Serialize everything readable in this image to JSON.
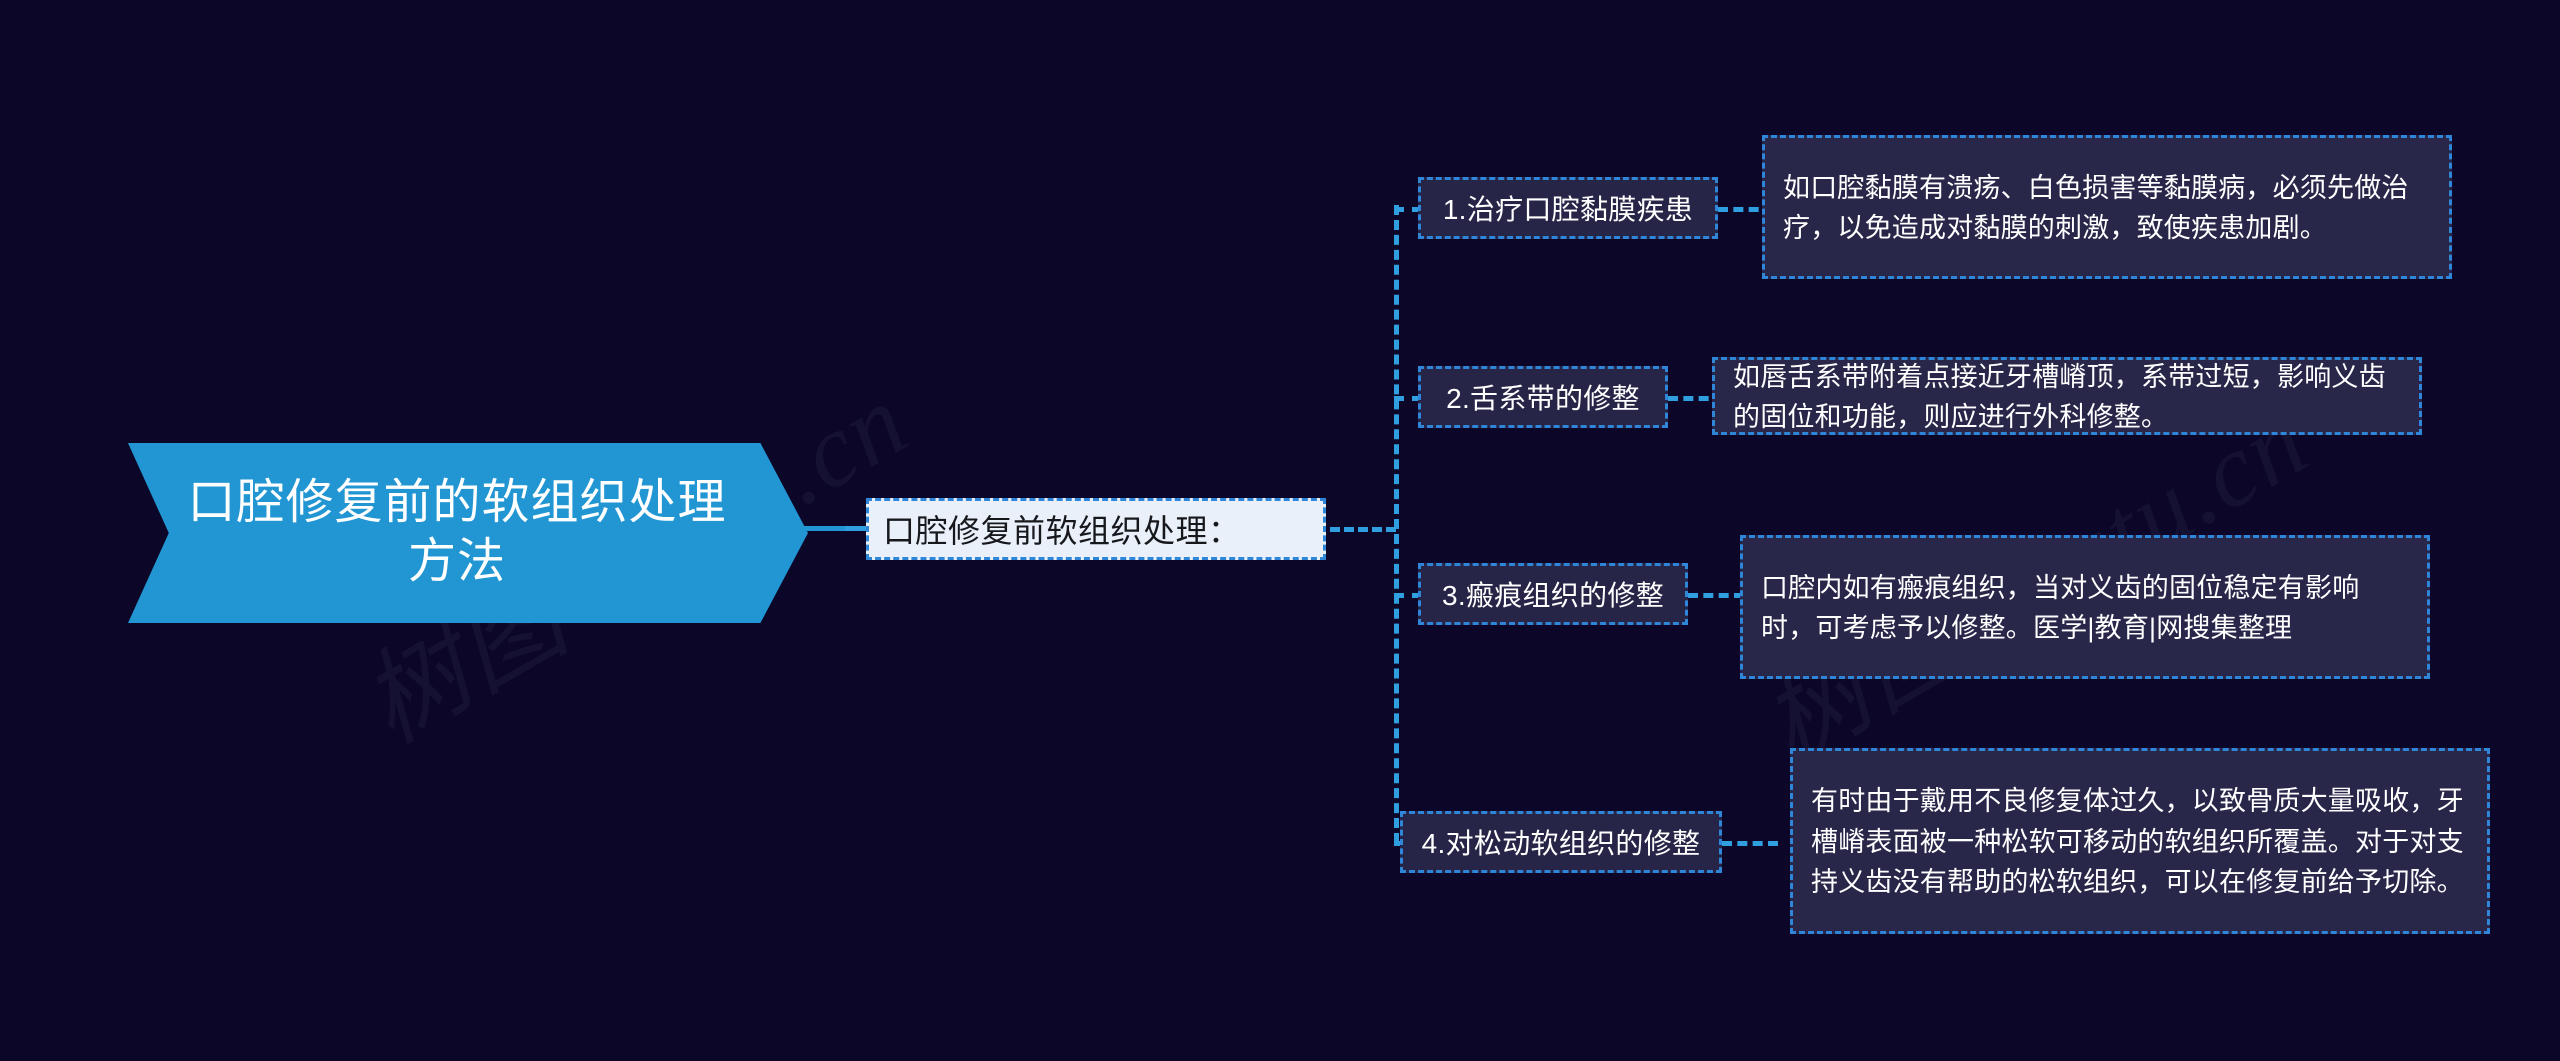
{
  "background_color": "#0c0729",
  "accent_color": "#2196d3",
  "line_color": "#2f9fe0",
  "node_fill_color": "#272547",
  "center_fill_color": "#eaf0fa",
  "root": {
    "label": "口腔修复前的软组织处理方法"
  },
  "center": {
    "label": "口腔修复前软组织处理："
  },
  "branches": [
    {
      "label": "1.治疗口腔黏膜疾患",
      "detail": "如口腔黏膜有溃疡、白色损害等黏膜病，必须先做治疗，以免造成对黏膜的刺激，致使疾患加剧。"
    },
    {
      "label": "2.舌系带的修整",
      "detail": "如唇舌系带附着点接近牙槽嵴顶，系带过短，影响义齿的固位和功能，则应进行外科修整。"
    },
    {
      "label": "3.瘢痕组织的修整",
      "detail": "口腔内如有瘢痕组织，当对义齿的固位稳定有影响时，可考虑予以修整。医学|教育|网搜集整理"
    },
    {
      "label": "4.对松动软组织的修整",
      "detail": "有时由于戴用不良修复体过久，以致骨质大量吸收，牙槽嵴表面被一种松软可移动的软组织所覆盖。对于对支持义齿没有帮助的松软组织，可以在修复前给予切除。"
    }
  ],
  "watermarks": [
    {
      "text": "树图 shutu.cn"
    },
    {
      "text": "树图 shutu.cn"
    }
  ]
}
